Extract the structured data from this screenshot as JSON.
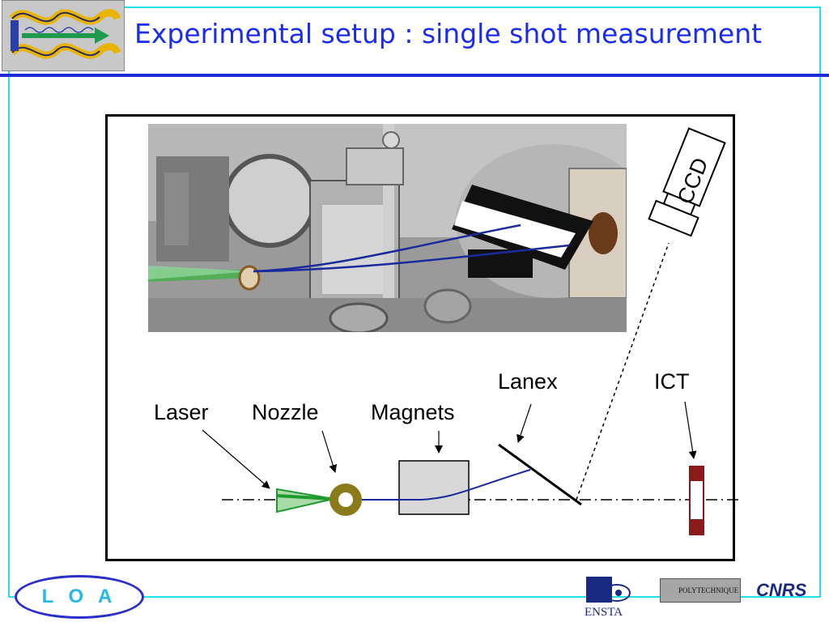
{
  "slide": {
    "title": "Experimental setup : single shot measurement",
    "accent_color": "#1a2cf0",
    "frame_color": "#22e0e8"
  },
  "header_logo": {
    "icon": "wave-logo-icon"
  },
  "diagram": {
    "labels": {
      "laser": "Laser",
      "nozzle": "Nozzle",
      "magnets": "Magnets",
      "lanex": "Lanex",
      "ict": "ICT",
      "ccd": "CCD"
    },
    "colors": {
      "laser_beam": "#1e9a2e",
      "electron_beam": "#1a2a9c",
      "nozzle_ring": "#8a7a1a",
      "magnet_fill": "#d8d8d8",
      "ict_red": "#8b1a1a"
    }
  },
  "footer": {
    "loa_text": "L O A",
    "ensta_text": "ENSTA",
    "polytechnique_text": "POLYTECHNIQUE",
    "cnrs_text": "CNRS"
  }
}
